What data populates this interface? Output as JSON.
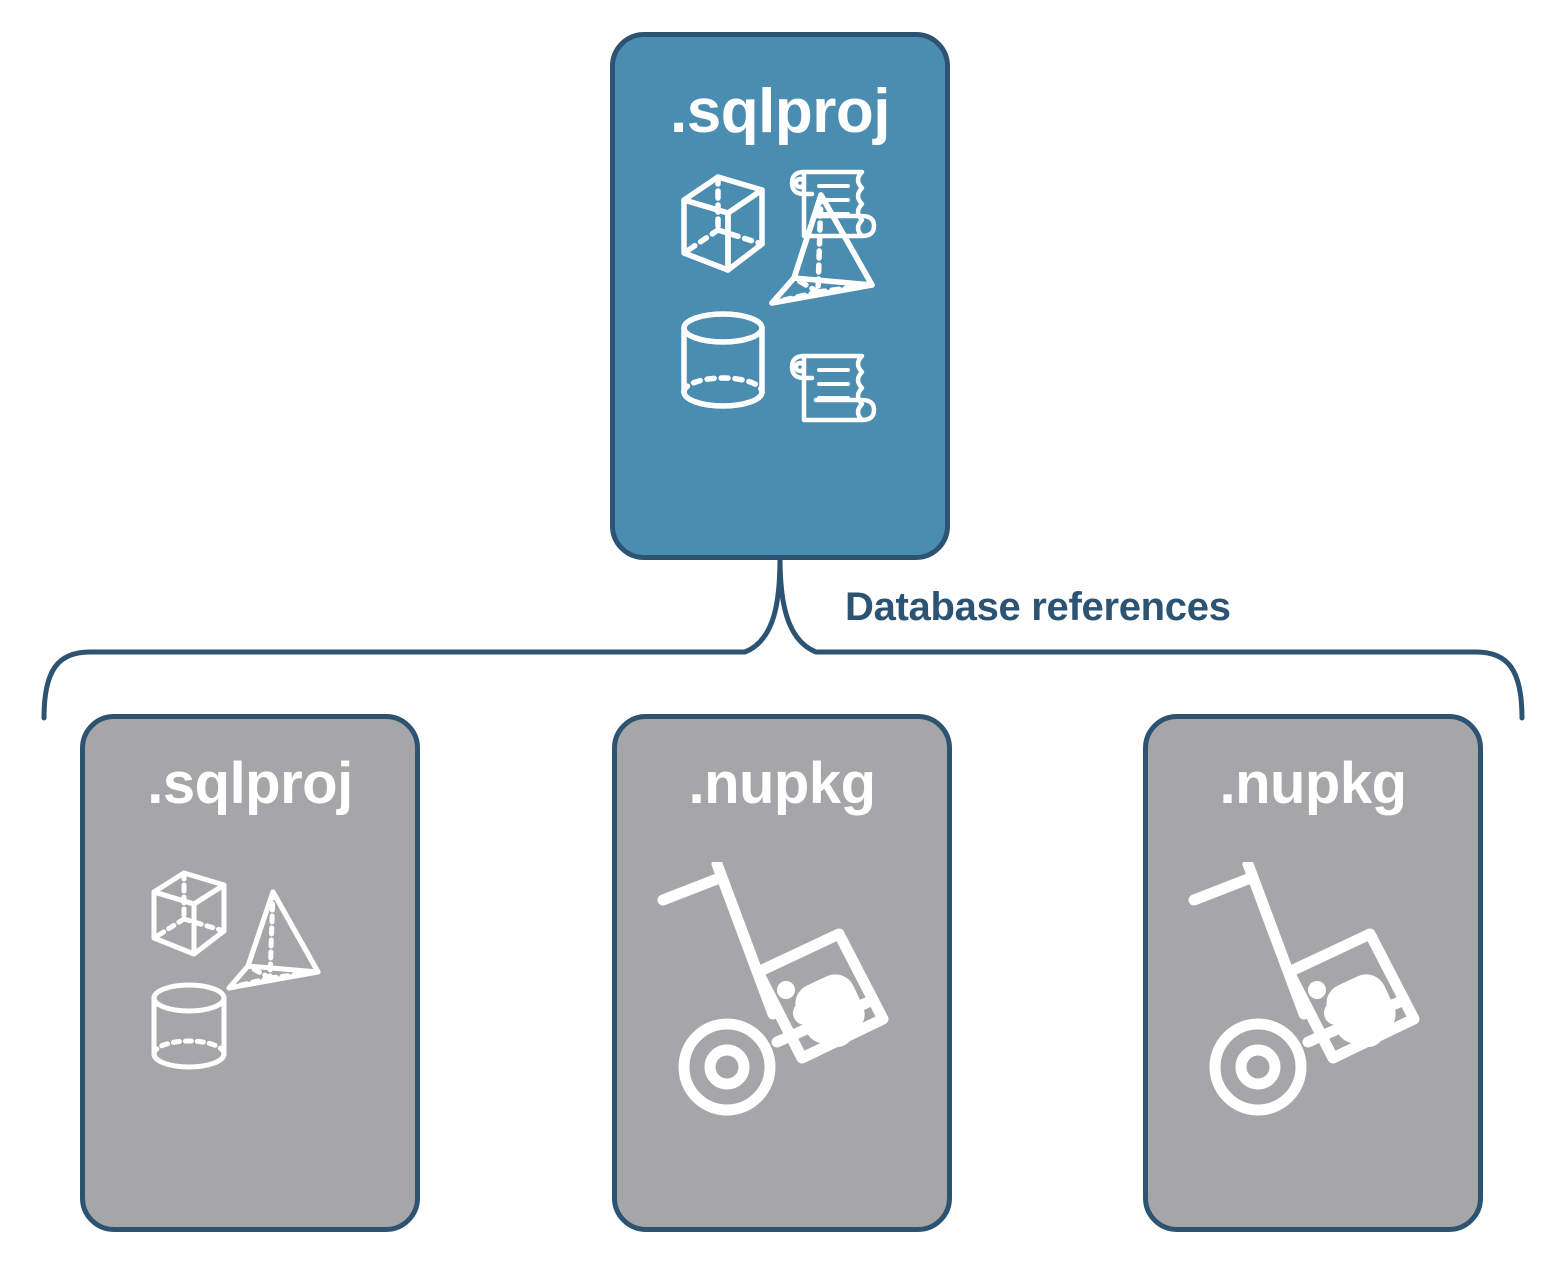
{
  "diagram": {
    "title": "Database references",
    "connector_label": "Database references",
    "colors": {
      "accent_blue_fill": "#4a8db0",
      "gray_fill": "#a6a6a8",
      "border_navy": "#2d5373",
      "label_navy": "#2d5373",
      "icon_white": "#ffffff",
      "background": "#ffffff"
    },
    "root": {
      "label": ".sqlproj",
      "fill": "#4a8db0",
      "icons": [
        "cube-icon",
        "pyramid-icon",
        "cylinder-icon",
        "scroll-icon",
        "scroll-icon"
      ]
    },
    "references": [
      {
        "label": ".sqlproj",
        "fill": "#a6a6a8",
        "icons": [
          "cube-icon",
          "pyramid-icon",
          "cylinder-icon"
        ]
      },
      {
        "label": ".nupkg",
        "fill": "#a6a6a8",
        "icons": [
          "hand-truck-package-icon"
        ]
      },
      {
        "label": ".nupkg",
        "fill": "#a6a6a8",
        "icons": [
          "hand-truck-package-icon"
        ]
      }
    ]
  }
}
